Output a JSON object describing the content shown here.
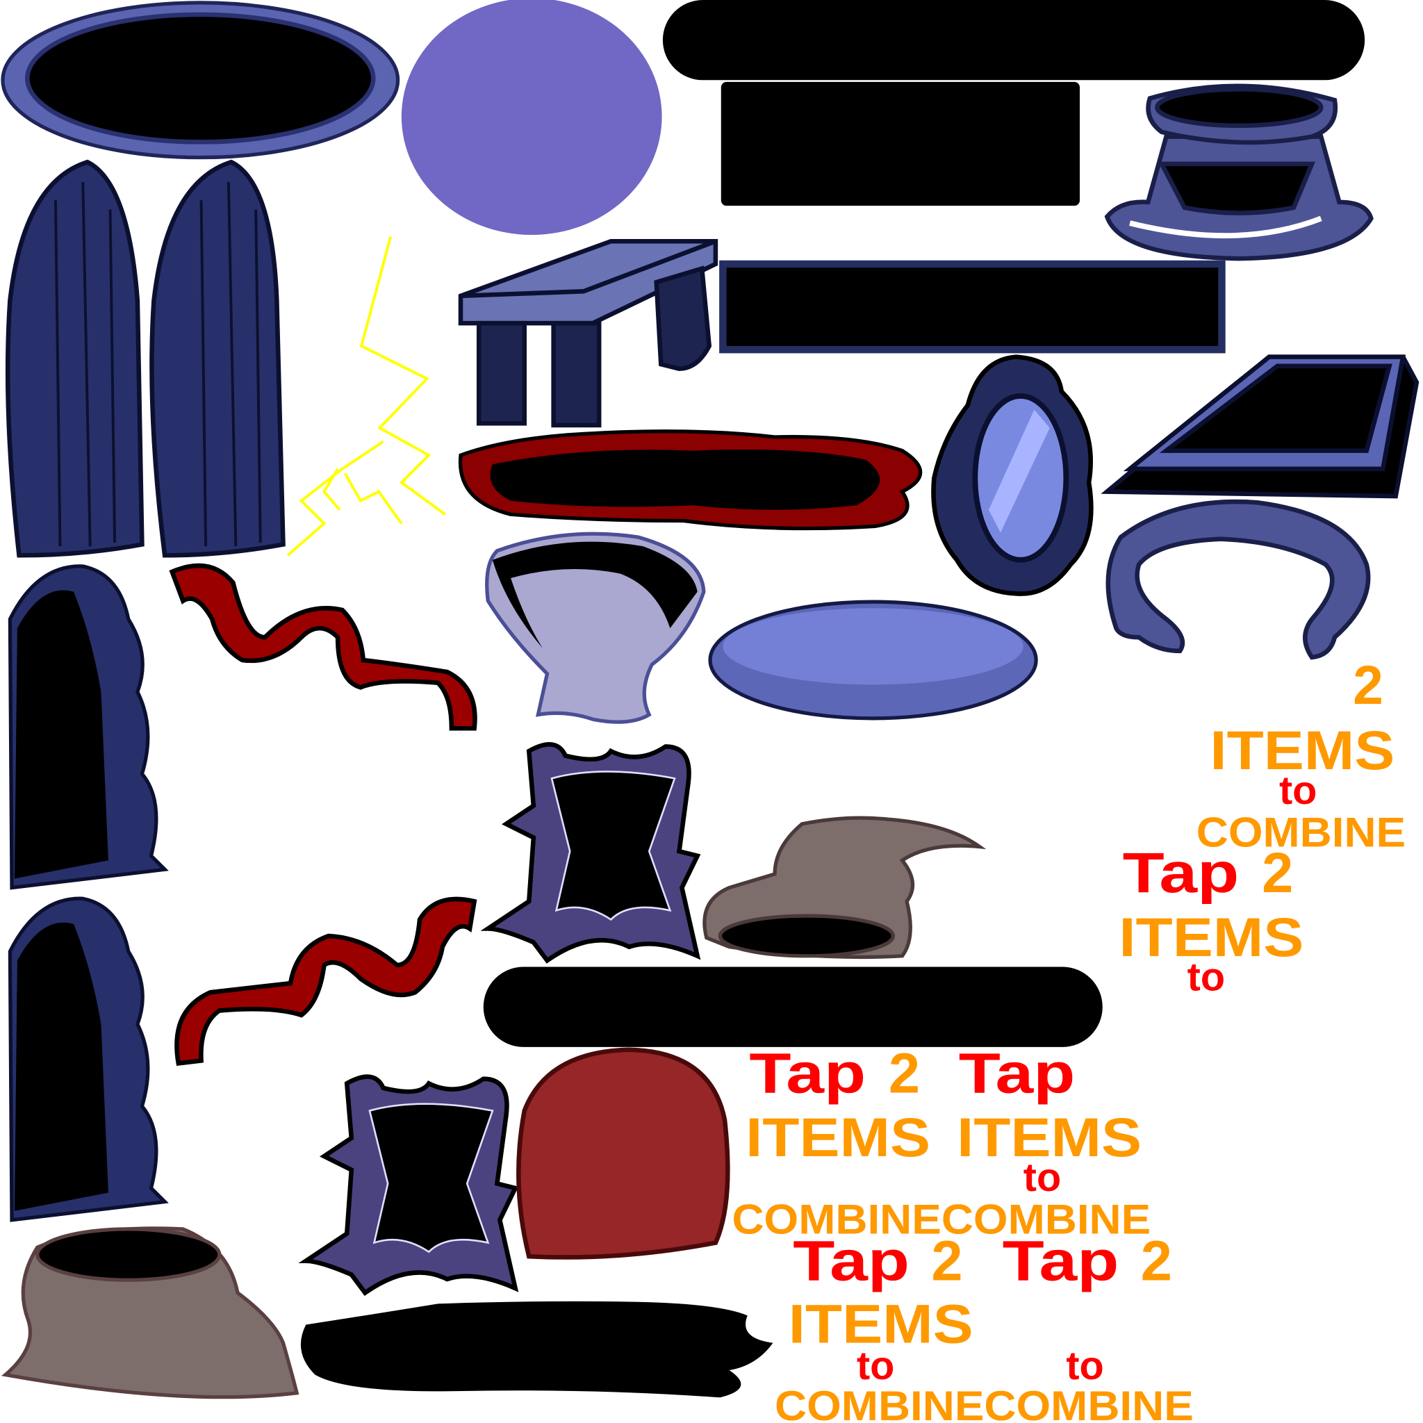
{
  "sheet": {
    "colors": {
      "text_red": "#ff0000",
      "text_orange": "#ff9900",
      "navy": "#252e60",
      "purple": "#7068c4",
      "blood": "#8b0000",
      "gray": "#7d6e6c"
    },
    "labels": {
      "a_2": "2",
      "a_items": "ITEMS",
      "a_to": "to",
      "a_combine": "COMBINE",
      "b_tap": "Tap",
      "b_2": "2",
      "b_items": "ITEMS",
      "b_to": "to",
      "c_tap1": "Tap",
      "c_2": "2",
      "c_tap2": "Tap",
      "c_items1": "ITEMS",
      "c_items2": "ITEMS",
      "c_to": "to",
      "c_combine": "COMBINECOMBINE",
      "d_tap1": "Tap",
      "d_2a": "2",
      "d_tap2": "Tap",
      "d_2b": "2",
      "d_items": "ITEMS",
      "d_to1": "to",
      "d_to2": "to",
      "d_combine": "COMBINECOMBINE"
    }
  }
}
